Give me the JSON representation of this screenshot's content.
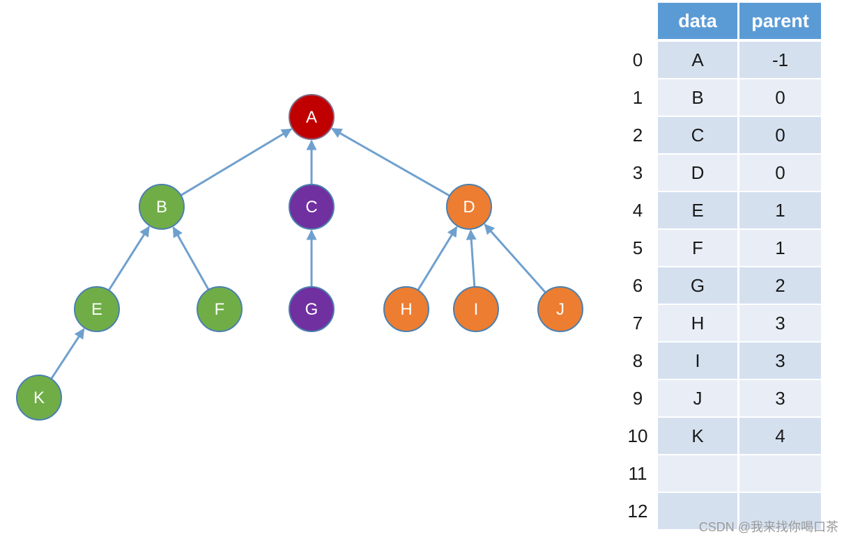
{
  "tree": {
    "nodes": [
      {
        "id": "A",
        "label": "A",
        "color": "#c00000",
        "border": "#7f6a8a",
        "parent": null
      },
      {
        "id": "B",
        "label": "B",
        "color": "#70ad47",
        "border": "#4a80b0",
        "parent": "A"
      },
      {
        "id": "C",
        "label": "C",
        "color": "#7030a0",
        "border": "#4a80b0",
        "parent": "A"
      },
      {
        "id": "D",
        "label": "D",
        "color": "#ed7d31",
        "border": "#4a80b0",
        "parent": "A"
      },
      {
        "id": "E",
        "label": "E",
        "color": "#70ad47",
        "border": "#4a80b0",
        "parent": "B"
      },
      {
        "id": "F",
        "label": "F",
        "color": "#70ad47",
        "border": "#4a80b0",
        "parent": "B"
      },
      {
        "id": "G",
        "label": "G",
        "color": "#7030a0",
        "border": "#4a80b0",
        "parent": "C"
      },
      {
        "id": "H",
        "label": "H",
        "color": "#ed7d31",
        "border": "#4a80b0",
        "parent": "D"
      },
      {
        "id": "I",
        "label": "I",
        "color": "#ed7d31",
        "border": "#4a80b0",
        "parent": "D"
      },
      {
        "id": "J",
        "label": "J",
        "color": "#ed7d31",
        "border": "#4a80b0",
        "parent": "D"
      },
      {
        "id": "K",
        "label": "K",
        "color": "#70ad47",
        "border": "#4a80b0",
        "parent": "E"
      }
    ],
    "edge_color": "#6fa0cd"
  },
  "table": {
    "headers": {
      "data": "data",
      "parent": "parent"
    },
    "header_color": "#5b9bd5",
    "rows": [
      {
        "index": "0",
        "data": "A",
        "parent": "-1"
      },
      {
        "index": "1",
        "data": "B",
        "parent": "0"
      },
      {
        "index": "2",
        "data": "C",
        "parent": "0"
      },
      {
        "index": "3",
        "data": "D",
        "parent": "0"
      },
      {
        "index": "4",
        "data": "E",
        "parent": "1"
      },
      {
        "index": "5",
        "data": "F",
        "parent": "1"
      },
      {
        "index": "6",
        "data": "G",
        "parent": "2"
      },
      {
        "index": "7",
        "data": "H",
        "parent": "3"
      },
      {
        "index": "8",
        "data": "I",
        "parent": "3"
      },
      {
        "index": "9",
        "data": "J",
        "parent": "3"
      },
      {
        "index": "10",
        "data": "K",
        "parent": "4"
      },
      {
        "index": "11",
        "data": "",
        "parent": ""
      },
      {
        "index": "12",
        "data": "",
        "parent": ""
      }
    ]
  },
  "watermark": "CSDN @我来找你喝口茶"
}
